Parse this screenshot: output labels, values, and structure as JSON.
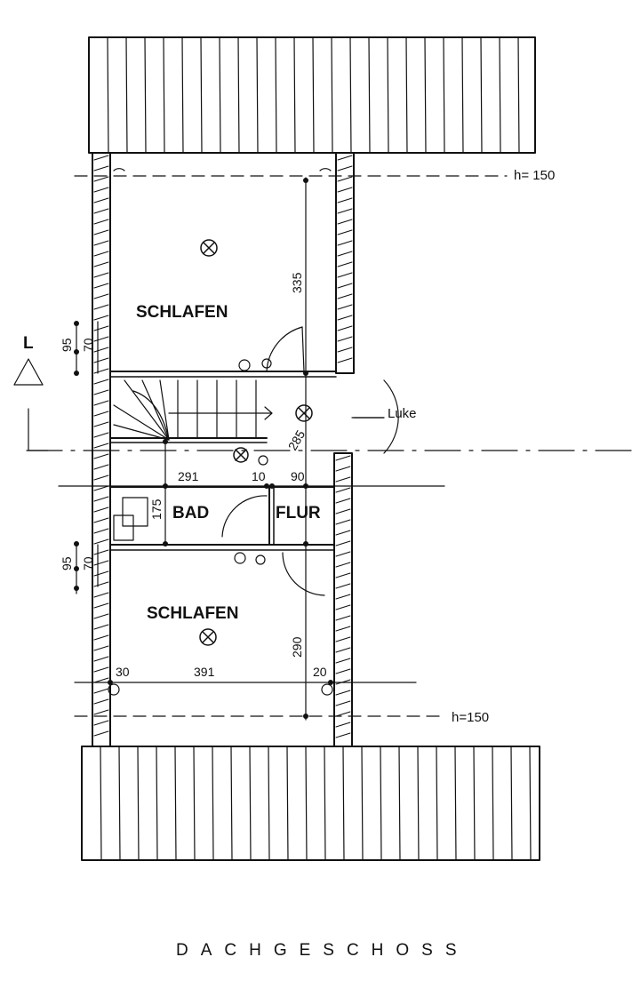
{
  "plan": {
    "title": "DACHGESCHOSS",
    "rooms": {
      "bedroom_top": "SCHLAFEN",
      "bedroom_bottom": "SCHLAFEN",
      "bathroom": "BAD",
      "hallway": "FLUR"
    },
    "notes": {
      "height_top": "h= 150",
      "height_bottom": "h=150",
      "hatch": "Luke",
      "section_marker": "L"
    },
    "dimensions": {
      "d335": "335",
      "d285": "285",
      "d291": "291",
      "d10": "10",
      "d90": "90",
      "d175": "175",
      "d290": "290",
      "d30": "30",
      "d391": "391",
      "d20": "20",
      "d95_top": "95",
      "d70_top": "70",
      "d95_bottom": "95",
      "d70_bottom": "70"
    },
    "line_color": "#111111"
  }
}
